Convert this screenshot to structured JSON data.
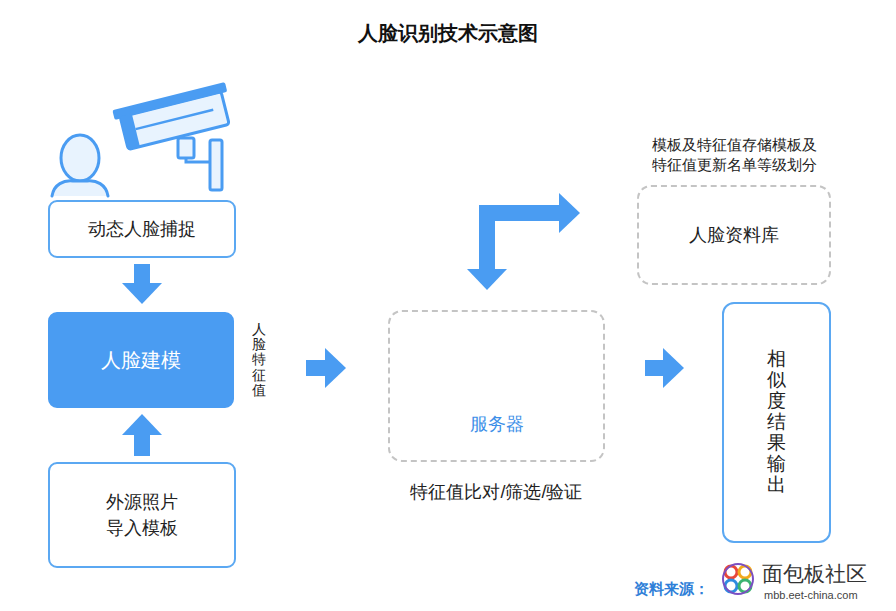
{
  "diagram": {
    "title": "人脸识别技术示意图",
    "nodes": [
      {
        "text": [
          "动态人脸捕捉"
        ]
      },
      {
        "text": [
          "人脸建模"
        ]
      },
      {
        "text": [
          "外源照片 导入模板"
        ]
      },
      {
        "text": [
          "服务器",
          "特征值比对/筛选/验证"
        ]
      },
      {
        "text": [
          "模板及特征值存储模板及 特征值更新名单等级划分",
          "人脸资料库"
        ]
      },
      {
        "text": [
          "相似度结果输出"
        ]
      }
    ],
    "edges": [
      {
        "from": 0,
        "to": 1,
        "arrow": "to"
      },
      {
        "from": 2,
        "to": 1,
        "arrow": "to"
      },
      {
        "from": 1,
        "to": 3,
        "label": "人脸特征值",
        "arrow": "to"
      },
      {
        "from": 3,
        "to": 4,
        "arrow": "both"
      },
      {
        "from": 3,
        "to": 5,
        "arrow": "to"
      }
    ],
    "labels": [
      "资料来源：",
      "面包板社区",
      "mbb.eet-china.com"
    ]
  }
}
